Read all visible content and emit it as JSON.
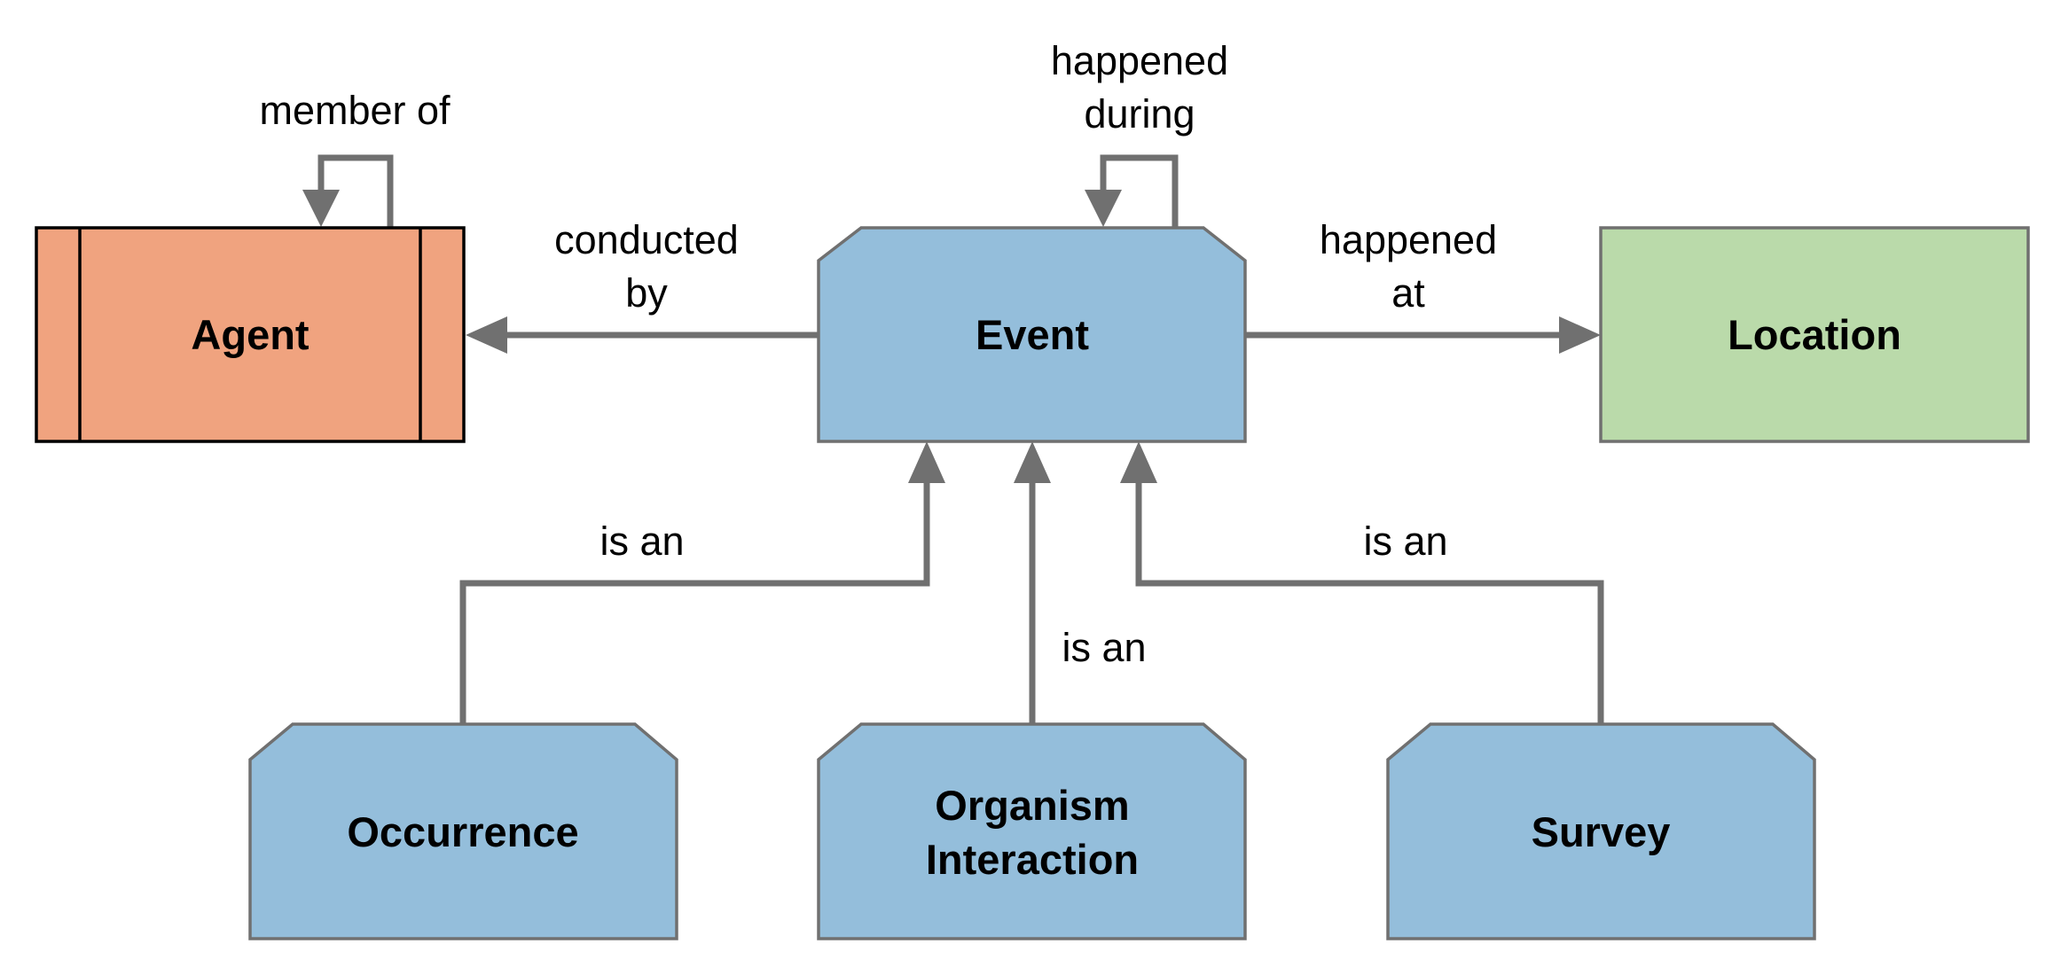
{
  "colors": {
    "agent_fill": "#f0a37f",
    "event_fill": "#94bedb",
    "location_fill": "#badaaa",
    "edge": "#707070"
  },
  "nodes": {
    "agent": {
      "label": "Agent"
    },
    "event": {
      "label": "Event"
    },
    "location": {
      "label": "Location"
    },
    "occurrence": {
      "label": "Occurrence"
    },
    "organism_interaction": {
      "line1": "Organism",
      "line2": "Interaction"
    },
    "survey": {
      "label": "Survey"
    }
  },
  "edges": {
    "member_of": {
      "label": "member of"
    },
    "conducted_by": {
      "line1": "conducted",
      "line2": "by"
    },
    "happened_during": {
      "line1": "happened",
      "line2": "during"
    },
    "happened_at": {
      "line1": "happened",
      "line2": "at"
    },
    "occurrence_is_an": {
      "label": "is an"
    },
    "organism_interaction_is_an": {
      "label": "is an"
    },
    "survey_is_an": {
      "label": "is an"
    }
  }
}
